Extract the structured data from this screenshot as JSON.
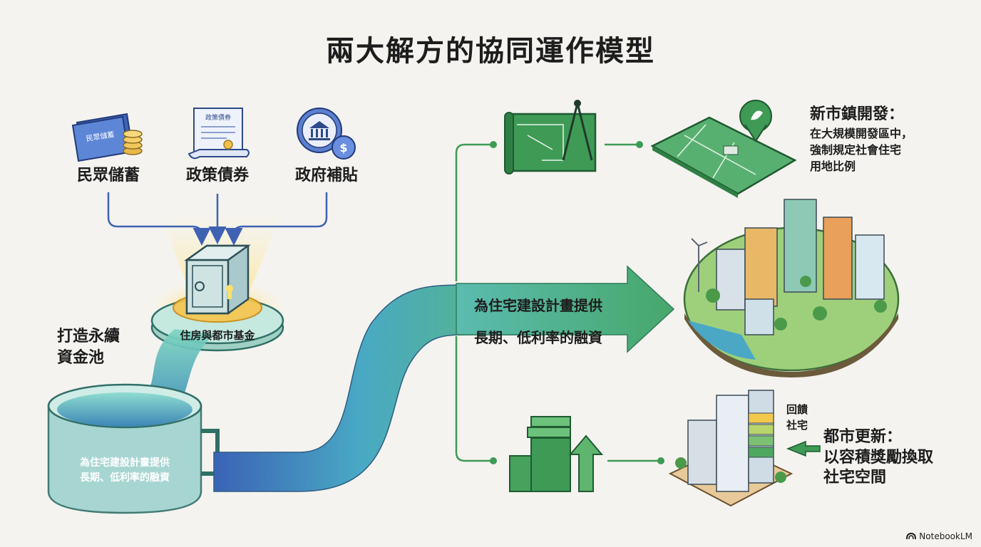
{
  "title": "兩大解方的協同運作模型",
  "sources": [
    {
      "label": "民眾儲蓄",
      "icon": "savings-book-icon",
      "icon_text": "民眾儲蓄"
    },
    {
      "label": "政策債券",
      "icon": "bond-document-icon",
      "icon_text": "政策債券"
    },
    {
      "label": "政府補貼",
      "icon": "government-subsidy-icon"
    }
  ],
  "fund": {
    "label": "住房與都市基金",
    "icon": "safe-vault-icon"
  },
  "pool": {
    "label_lines": [
      "打造永續",
      "資金池"
    ],
    "tank_lines": [
      "為住宅建設計畫提供",
      "長期、低利率的融資"
    ],
    "icon": "water-tank-icon"
  },
  "pipe_arrow": {
    "lines": [
      "為住宅建設計畫提供",
      "長期、低利率的融資"
    ]
  },
  "new_town": {
    "heading": "新市鎮開發：",
    "desc_lines": [
      "在大規模開發區中，",
      "強制規定社會住宅",
      "用地比例"
    ],
    "icons": [
      "blueprint-compass-icon",
      "land-plan-map-icon",
      "green-city-icon"
    ]
  },
  "urban_renewal": {
    "heading_lines": [
      "都市更新：",
      "以容積獎勵換取",
      "社宅空間"
    ],
    "callout_lines": [
      "回饋",
      "社宅"
    ],
    "icons": [
      "building-blocks-growth-icon",
      "renewal-tower-icon"
    ]
  },
  "brand": {
    "name": "NotebookLM",
    "icon": "notebooklm-logo-icon"
  },
  "colors": {
    "green": "#3e9a55",
    "teal": "#4fb5b5",
    "blue": "#3f62b3",
    "gold": "#f3b93a"
  }
}
